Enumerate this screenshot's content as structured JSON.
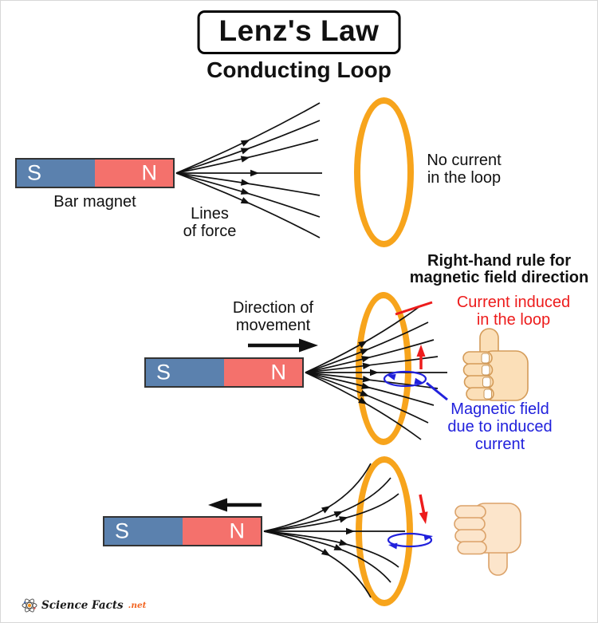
{
  "header": {
    "title": "Lenz's Law",
    "subtitle": "Conducting Loop"
  },
  "magnet": {
    "south": "S",
    "north": "N"
  },
  "scene_top": {
    "magnet_caption": "Bar magnet",
    "lines_of_force": [
      "Lines",
      "of force"
    ],
    "loop_status": [
      "No current",
      "in the loop"
    ]
  },
  "scene_middle": {
    "heading": [
      "Right-hand rule for",
      "magnetic field direction"
    ],
    "movement_label": [
      "Direction of",
      "movement"
    ],
    "induced_current_label": [
      "Current induced",
      "in the loop"
    ],
    "induced_field_label": [
      "Magnetic field",
      "due to induced",
      "current"
    ]
  },
  "footer": {
    "brand": "Science Facts",
    "suffix": ".net"
  },
  "icons": {
    "hand_up": "thumbs-up-right-hand",
    "hand_down": "thumbs-down-right-hand",
    "atom": "atom-logo"
  },
  "colors": {
    "loop_orange": "#F7A41C",
    "magnet_south_blue": "#5B81AE",
    "magnet_north_red": "#F4716C",
    "annotation_red": "#ED1C1C",
    "annotation_blue": "#2121DC",
    "field_line_black": "#111111",
    "hand_fill": "#FBDFB8",
    "hand_outline": "#D49B58"
  }
}
